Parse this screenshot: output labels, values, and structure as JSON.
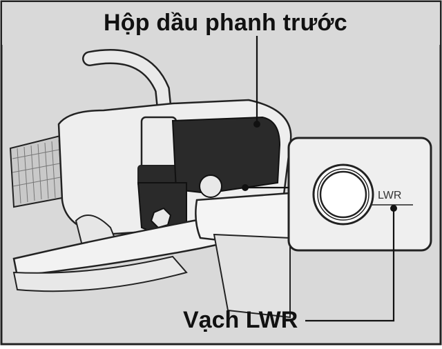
{
  "labels": {
    "reservoir": "Hộp dầu phanh trước",
    "lower_mark": "Vạch LWR",
    "inset_mark": "LWR"
  },
  "colors": {
    "background": "#d9d9d9",
    "outline": "#222222",
    "part_light": "#f2f2f2",
    "part_mid": "#cfcfcf",
    "part_dark": "#2a2a2a"
  }
}
